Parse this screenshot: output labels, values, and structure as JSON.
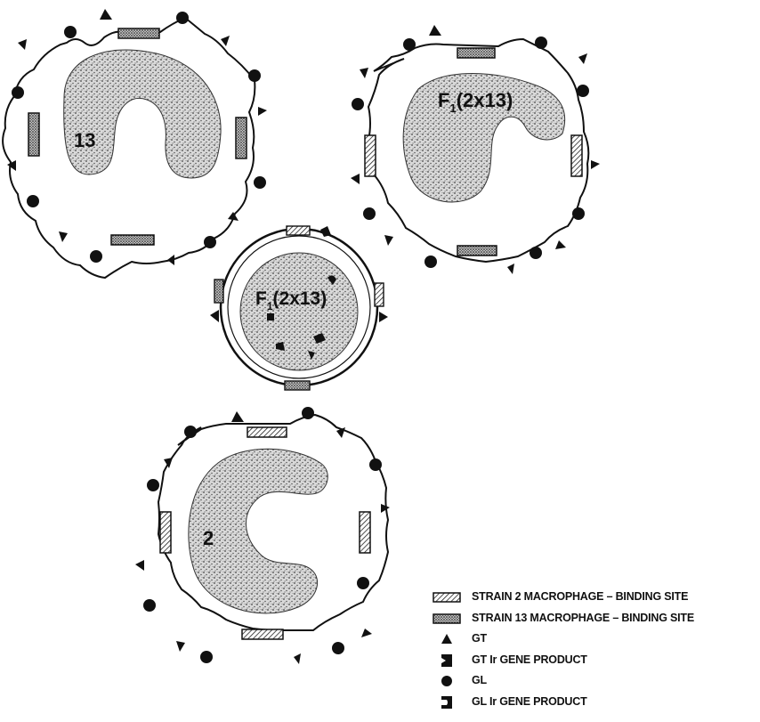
{
  "cells": {
    "top_left_label": "13",
    "top_right_label": "F",
    "top_right_sub": "1",
    "top_right_label_rest": "(2x13)",
    "center_label": "F",
    "center_sub": "1",
    "center_label_rest": "(2x13)",
    "bottom_label": "2"
  },
  "legend": {
    "items": [
      {
        "symbol": "strain-2-binding-site-icon",
        "label": "STRAIN 2 MACROPHAGE – BINDING SITE"
      },
      {
        "symbol": "strain-13-binding-site-icon",
        "label": "STRAIN 13 MACROPHAGE – BINDING SITE"
      },
      {
        "symbol": "triangle-icon",
        "label": "GT"
      },
      {
        "symbol": "gt-ir-gene-product-icon",
        "label": "GT Ir GENE PRODUCT"
      },
      {
        "symbol": "circle-icon",
        "label": "GL"
      },
      {
        "symbol": "gl-ir-gene-product-icon",
        "label": "GL Ir GENE PRODUCT"
      }
    ]
  }
}
